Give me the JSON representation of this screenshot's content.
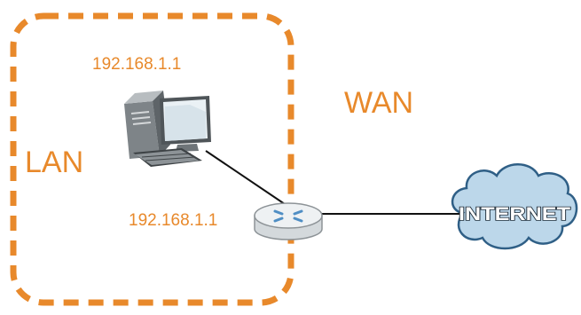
{
  "colors": {
    "accent": "#e8892b",
    "cloud_fill": "#bcd7ea",
    "cloud_stroke": "#2f5f86"
  },
  "labels": {
    "pc_ip": "192.168.1.1",
    "router_ip": "192.168.1.1",
    "lan": "LAN",
    "wan": "WAN",
    "internet": "INTERNET"
  },
  "icons": [
    "computer-icon",
    "router-icon",
    "cloud-icon"
  ]
}
